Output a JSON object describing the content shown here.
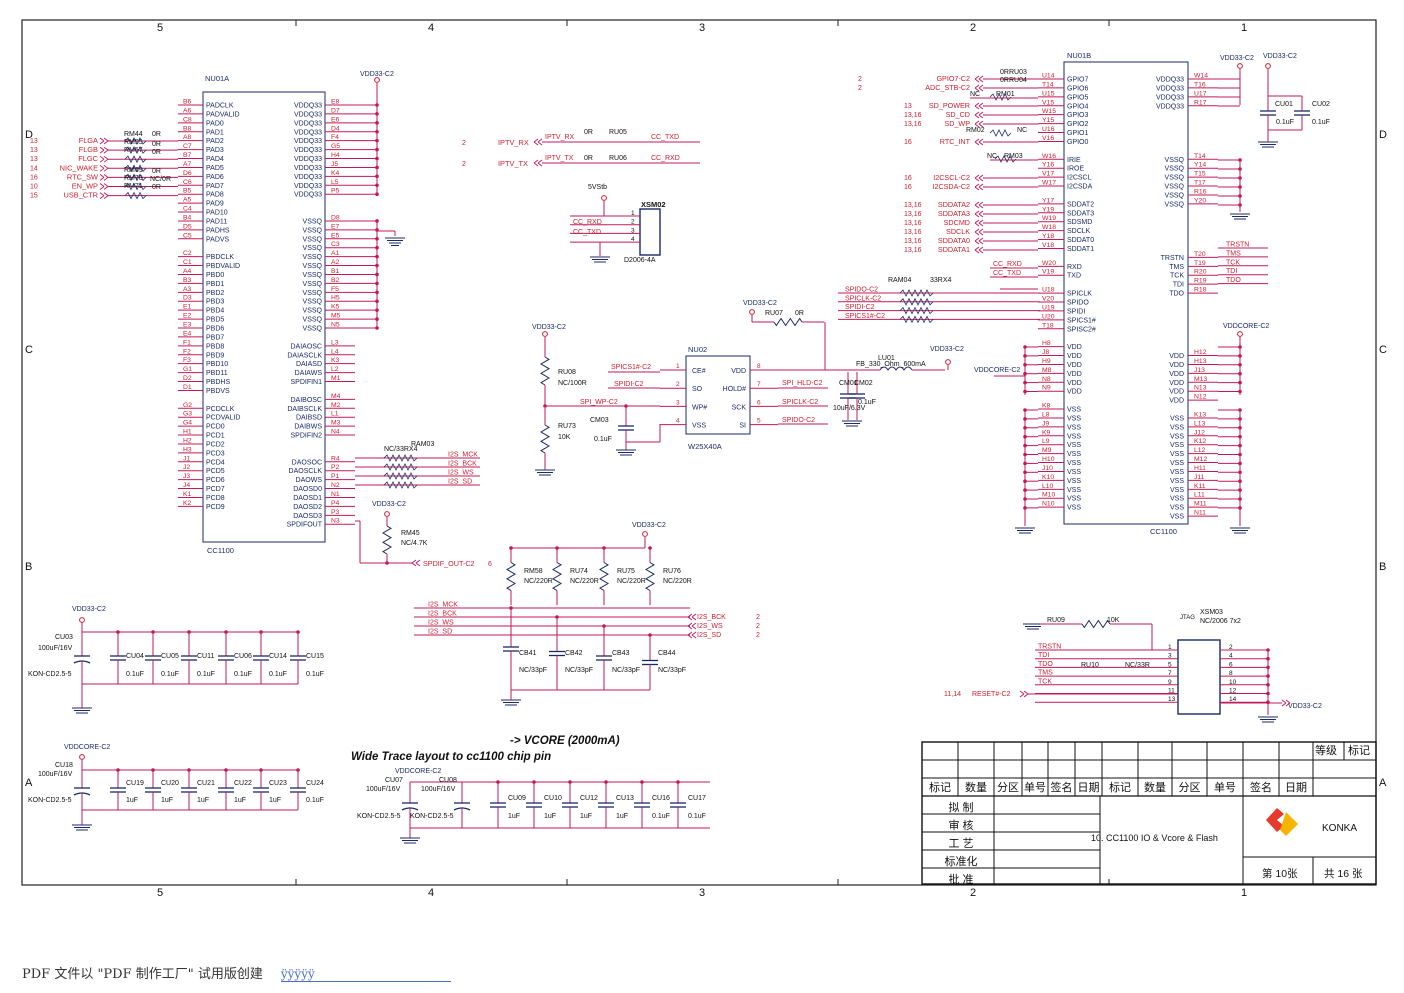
{
  "border": {
    "cols_top": [
      "5",
      "4",
      "3",
      "2",
      "1"
    ],
    "rows": [
      "D",
      "C",
      "B",
      "A"
    ]
  },
  "nu01a": {
    "ref": "NU01A",
    "part": "CC1100",
    "left_pins": [
      [
        "B6",
        "PADCLK"
      ],
      [
        "A6",
        "PADVALID"
      ],
      [
        "C8",
        "PAD0"
      ],
      [
        "B8",
        "PAD1"
      ],
      [
        "A8",
        "PAD2"
      ],
      [
        "C7",
        "PAD3"
      ],
      [
        "B7",
        "PAD4"
      ],
      [
        "A7",
        "PAD5"
      ],
      [
        "D6",
        "PAD6"
      ],
      [
        "C6",
        "PAD7"
      ],
      [
        "B5",
        "PAD8"
      ],
      [
        "A5",
        "PAD9"
      ],
      [
        "C4",
        "PAD10"
      ],
      [
        "B4",
        "PAD11"
      ],
      [
        "D5",
        "PADHS"
      ],
      [
        "C5",
        "PADVS"
      ],
      [
        "",
        ""
      ],
      [
        "C2",
        "PBDCLK"
      ],
      [
        "C1",
        "PBDVALID"
      ],
      [
        "A4",
        "PBD0"
      ],
      [
        "B3",
        "PBD1"
      ],
      [
        "A3",
        "PBD2"
      ],
      [
        "D3",
        "PBD3"
      ],
      [
        "E1",
        "PBD4"
      ],
      [
        "E2",
        "PBD5"
      ],
      [
        "E3",
        "PBD6"
      ],
      [
        "E4",
        "PBD7"
      ],
      [
        "F1",
        "PBD8"
      ],
      [
        "F2",
        "PBD9"
      ],
      [
        "F3",
        "PBD10"
      ],
      [
        "G1",
        "PBD11"
      ],
      [
        "D2",
        "PBDHS"
      ],
      [
        "D1",
        "PBDVS"
      ],
      [
        "",
        ""
      ],
      [
        "G2",
        "PCDCLK"
      ],
      [
        "G3",
        "PCDVALID"
      ],
      [
        "G4",
        "PCD0"
      ],
      [
        "H1",
        "PCD1"
      ],
      [
        "H2",
        "PCD2"
      ],
      [
        "H3",
        "PCD3"
      ],
      [
        "J1",
        "PCD4"
      ],
      [
        "J2",
        "PCD5"
      ],
      [
        "J3",
        "PCD6"
      ],
      [
        "J4",
        "PCD7"
      ],
      [
        "K1",
        "PCD8"
      ],
      [
        "K2",
        "PCD9"
      ]
    ],
    "right_pins": [
      [
        "E8",
        "VDDQ33"
      ],
      [
        "D7",
        "VDDQ33"
      ],
      [
        "E6",
        "VDDQ33"
      ],
      [
        "D4",
        "VDDQ33"
      ],
      [
        "F4",
        "VDDQ33"
      ],
      [
        "G5",
        "VDDQ33"
      ],
      [
        "H4",
        "VDDQ33"
      ],
      [
        "J5",
        "VDDQ33"
      ],
      [
        "K4",
        "VDDQ33"
      ],
      [
        "L5",
        "VDDQ33"
      ],
      [
        "P5",
        "VDDQ33"
      ],
      [
        "",
        ""
      ],
      [
        "",
        ""
      ],
      [
        "D8",
        "VSSQ"
      ],
      [
        "E7",
        "VSSQ"
      ],
      [
        "E5",
        "VSSQ"
      ],
      [
        "C3",
        "VSSQ"
      ],
      [
        "A1",
        "VSSQ"
      ],
      [
        "A2",
        "VSSQ"
      ],
      [
        "B1",
        "VSSQ"
      ],
      [
        "B2",
        "VSSQ"
      ],
      [
        "F5",
        "VSSQ"
      ],
      [
        "H5",
        "VSSQ"
      ],
      [
        "K5",
        "VSSQ"
      ],
      [
        "M5",
        "VSSQ"
      ],
      [
        "N5",
        "VSSQ"
      ],
      [
        "",
        ""
      ],
      [
        "L3",
        "DAIAOSC"
      ],
      [
        "L4",
        "DAIASCLK"
      ],
      [
        "K3",
        "DAIASD"
      ],
      [
        "L2",
        "DAIAWS"
      ],
      [
        "M1",
        "SPDIFIN1"
      ],
      [
        "",
        ""
      ],
      [
        "M4",
        "DAIBOSC"
      ],
      [
        "M2",
        "DAIBSCLK"
      ],
      [
        "L1",
        "DAIBSD"
      ],
      [
        "M3",
        "DAIBWS"
      ],
      [
        "N4",
        "SPDIFIN2"
      ],
      [
        "",
        ""
      ],
      [
        "",
        ""
      ],
      [
        "R4",
        "DAOSOC"
      ],
      [
        "P2",
        "DAOSCLK"
      ],
      [
        "P1",
        "DAOWS"
      ],
      [
        "N2",
        "DAOSD0"
      ],
      [
        "N1",
        "DAOSD1"
      ],
      [
        "P4",
        "DAOSD2"
      ],
      [
        "P3",
        "DAOSD3"
      ],
      [
        "N3",
        "SPDIFOUT"
      ]
    ]
  },
  "nu01b": {
    "ref": "NU01B",
    "part": "CC1100",
    "left_pins": [
      [
        "U14",
        "GPIO7"
      ],
      [
        "T14",
        "GPIO6"
      ],
      [
        "U15",
        "GPIO5"
      ],
      [
        "V15",
        "GPIO4"
      ],
      [
        "W15",
        "GPIO3"
      ],
      [
        "Y15",
        "GPIO2"
      ],
      [
        "U16",
        "GPIO1"
      ],
      [
        "V16",
        "GPIO0"
      ],
      [
        "",
        ""
      ],
      [
        "W16",
        "IRIE"
      ],
      [
        "Y16",
        "IROE"
      ],
      [
        "V17",
        "I2CSCL"
      ],
      [
        "W17",
        "I2CSDA"
      ],
      [
        "",
        ""
      ],
      [
        "Y17",
        "SDDAT2"
      ],
      [
        "Y19",
        "SDDAT3"
      ],
      [
        "W19",
        "SDSMD"
      ],
      [
        "W18",
        "SDCLK"
      ],
      [
        "Y18",
        "SDDAT0"
      ],
      [
        "V18",
        "SDDAT1"
      ],
      [
        "",
        ""
      ],
      [
        "W20",
        "RXD"
      ],
      [
        "V19",
        "TXD"
      ],
      [
        "",
        ""
      ],
      [
        "U18",
        "SPICLK"
      ],
      [
        "V20",
        "SPIDO"
      ],
      [
        "U19",
        "SPIDI"
      ],
      [
        "U20",
        "SPICS1#"
      ],
      [
        "T18",
        "SPISC2#"
      ],
      [
        "",
        ""
      ],
      [
        "H8",
        "VDD"
      ],
      [
        "J8",
        "VDD"
      ],
      [
        "H9",
        "VDD"
      ],
      [
        "M8",
        "VDD"
      ],
      [
        "N8",
        "VDD"
      ],
      [
        "N9",
        "VDD"
      ],
      [
        "",
        ""
      ],
      [
        "K8",
        "VSS"
      ],
      [
        "L8",
        "VSS"
      ],
      [
        "J9",
        "VSS"
      ],
      [
        "K9",
        "VSS"
      ],
      [
        "L9",
        "VSS"
      ],
      [
        "M9",
        "VSS"
      ],
      [
        "H10",
        "VSS"
      ],
      [
        "J10",
        "VSS"
      ],
      [
        "K10",
        "VSS"
      ],
      [
        "L10",
        "VSS"
      ],
      [
        "M10",
        "VSS"
      ],
      [
        "N10",
        "VSS"
      ]
    ],
    "right_pins": [
      [
        "W14",
        "VDDQ33"
      ],
      [
        "T16",
        "VDDQ33"
      ],
      [
        "U17",
        "VDDQ33"
      ],
      [
        "R17",
        "VDDQ33"
      ],
      [
        "",
        ""
      ],
      [
        "",
        ""
      ],
      [
        "",
        ""
      ],
      [
        "",
        ""
      ],
      [
        "",
        ""
      ],
      [
        "T14",
        "VSSQ"
      ],
      [
        "Y14",
        "VSSQ"
      ],
      [
        "T15",
        "VSSQ"
      ],
      [
        "T17",
        "VSSQ"
      ],
      [
        "R16",
        "VSSQ"
      ],
      [
        "Y20",
        "VSSQ"
      ],
      [
        "",
        ""
      ],
      [
        "",
        ""
      ],
      [
        "",
        ""
      ],
      [
        "",
        ""
      ],
      [
        "",
        ""
      ],
      [
        "T20",
        "TRSTN"
      ],
      [
        "T19",
        "TMS"
      ],
      [
        "R20",
        "TCK"
      ],
      [
        "R19",
        "TDI"
      ],
      [
        "R18",
        "TDO"
      ],
      [
        "",
        ""
      ],
      [
        "",
        ""
      ],
      [
        "",
        ""
      ],
      [
        "",
        ""
      ],
      [
        "",
        ""
      ],
      [
        "",
        ""
      ],
      [
        "H12",
        "VDD"
      ],
      [
        "H13",
        "VDD"
      ],
      [
        "J13",
        "VDD"
      ],
      [
        "M13",
        "VDD"
      ],
      [
        "N13",
        "VDD"
      ],
      [
        "N12",
        "VDD"
      ],
      [
        "",
        ""
      ],
      [
        "K13",
        "VSS"
      ],
      [
        "L13",
        "VSS"
      ],
      [
        "J12",
        "VSS"
      ],
      [
        "K12",
        "VSS"
      ],
      [
        "L12",
        "VSS"
      ],
      [
        "M12",
        "VSS"
      ],
      [
        "H11",
        "VSS"
      ],
      [
        "J11",
        "VSS"
      ],
      [
        "K11",
        "VSS"
      ],
      [
        "L11",
        "VSS"
      ],
      [
        "M11",
        "VSS"
      ],
      [
        "N11",
        "VSS"
      ]
    ]
  },
  "nets_a_left": [
    [
      "13",
      "FLGA"
    ],
    [
      "13",
      "FLGB"
    ],
    [
      "13",
      "FLGC"
    ],
    [
      "14",
      "NIC_WAKE"
    ],
    [
      "16",
      "RTC_SW"
    ],
    [
      "10",
      "EN_WP"
    ],
    [
      "15",
      "USB_CTR"
    ]
  ],
  "res_a_left": [
    "RM44",
    "RM55",
    "RM57",
    "RM69",
    "RM70",
    "RM71"
  ],
  "zero_r": "0R",
  "nc_r": "NC/0R",
  "vdd33": "VDD33-C2",
  "vddcore": "VDDCORE-C2",
  "iptv": {
    "rx": "IPTV_RX",
    "tx": "IPTV_TX",
    "ru05": "RU05",
    "ru06": "RU06",
    "cc_txd": "CC_TXD",
    "cc_rxd": "CC_RXD",
    "two": "2"
  },
  "xsm02": {
    "ref": "XSM02",
    "part": "D2006-4A",
    "supply": "5VStb",
    "n1": "CC_RXD",
    "n2": "CC_TXD",
    "pins": [
      "1",
      "2",
      "3",
      "4"
    ]
  },
  "ram03": {
    "ref": "RAM03",
    "val": "NC/33RX4",
    "nets": [
      "I2S_MCK",
      "I2S_BCK",
      "I2S_WS",
      "I2S_SD"
    ]
  },
  "rm45": {
    "ref": "RM45",
    "val": "NC/4.7K",
    "net": "SPDIF_OUT-C2",
    "sheet": "6"
  },
  "nu02": {
    "ref": "NU02",
    "part": "W25X40A",
    "pins_l": [
      [
        "1",
        "CE#"
      ],
      [
        "2",
        "SO"
      ],
      [
        "3",
        "WP#"
      ],
      [
        "4",
        "VSS"
      ]
    ],
    "pins_r": [
      [
        "8",
        "VDD"
      ],
      [
        "7",
        "HOLD#"
      ],
      [
        "6",
        "SCK"
      ],
      [
        "5",
        "SI"
      ]
    ],
    "nets_l": [
      "SPICS1#-C2",
      "SPIDI-C2",
      "SPI_WP-C2"
    ],
    "nets_r": [
      "SPI_HLD-C2",
      "SPICLK-C2",
      "SPIDO-C2"
    ]
  },
  "ru07": {
    "ref": "RU07",
    "val": "0R"
  },
  "ru08": {
    "ref": "RU08",
    "val": "NC/100R"
  },
  "ru73": {
    "ref": "RU73",
    "val": "10K"
  },
  "cm03": {
    "ref": "CM03",
    "val": "0.1uF"
  },
  "cm01": {
    "ref": "CM01",
    "val": "10uF/6.3V"
  },
  "cm02": {
    "ref": "CM02",
    "val": "0.1uF"
  },
  "lu01": {
    "ref": "LU01",
    "val": "FB_330_Ohm_600mA"
  },
  "ram04": {
    "ref": "RAM04",
    "val": "33RX4",
    "nets": [
      "SPIDO-C2",
      "SPICLK-C2",
      "SPIDI-C2",
      "SPICS1#-C2"
    ]
  },
  "gpio_nets": [
    [
      "2",
      "GPIO7-C2"
    ],
    [
      "2",
      "ADC_STB-C2"
    ],
    [
      "13",
      "SD_POWER"
    ],
    [
      "13,16",
      "SD_CD"
    ],
    [
      "13,16",
      "SD_WP"
    ],
    [
      "16",
      "RTC_INT"
    ],
    [
      "16",
      "I2CSCL-C2"
    ],
    [
      "16",
      "I2CSDA-C2"
    ],
    [
      "13,16",
      "SDDATA2"
    ],
    [
      "13,16",
      "SDDATA3"
    ],
    [
      "13,16",
      "SDCMD"
    ],
    [
      "13,16",
      "SDCLK"
    ],
    [
      "13,16",
      "SDDATA0"
    ],
    [
      "13,16",
      "SDDATA1"
    ]
  ],
  "gpio_res": {
    "ru03": "RU03",
    "ru04": "RU04",
    "rm01": "RM01",
    "rm02": "RM02",
    "rm03": "RM03",
    "nc": "NC"
  },
  "jtag_nets": [
    "TRSTN",
    "TMS",
    "TCK",
    "TDI",
    "TDO"
  ],
  "cu01": {
    "ref": "CU01",
    "val": "0.1uF"
  },
  "cu02": {
    "ref": "CU02",
    "val": "0.1uF"
  },
  "i2s_mid": {
    "nets": [
      "I2S_MCK",
      "I2S_BCK",
      "I2S_WS",
      "I2S_SD"
    ],
    "out": [
      "I2S_BCK",
      "I2S_WS",
      "I2S_SD"
    ],
    "sheet": "2",
    "res": [
      [
        "RM58",
        "NC/220R"
      ],
      [
        "RU74",
        "NC/220R"
      ],
      [
        "RU75",
        "NC/220R"
      ],
      [
        "RU76",
        "NC/220R"
      ]
    ],
    "caps": [
      [
        "CB41",
        "NC/33pF"
      ],
      [
        "CB42",
        "NC/33pF"
      ],
      [
        "CB43",
        "NC/33pF"
      ],
      [
        "CB44",
        "NC/33pF"
      ]
    ]
  },
  "xsm03": {
    "ref": "XSM03",
    "part": "NC/2006 7x2",
    "jtag": "JTAG",
    "ru09": "RU09",
    "ru09v": "10K",
    "ru10": "RU10",
    "ru10v": "NC/33R",
    "left": [
      [
        "TRSTN",
        "1"
      ],
      [
        "TDI",
        "3"
      ],
      [
        "TDO",
        "5"
      ],
      [
        "TMS",
        "7"
      ],
      [
        "TCK",
        "9"
      ],
      [
        "",
        "11"
      ],
      [
        "",
        "13"
      ]
    ],
    "right": [
      "2",
      "4",
      "6",
      "8",
      "10",
      "12",
      "14"
    ],
    "reset": "RESET#-C2",
    "reset_sheet": "11,14"
  },
  "cap_row1": {
    "big": [
      "CU03",
      "100uF/16V"
    ],
    "kon": "KON-CD2.5-5",
    "caps": [
      [
        "CU04",
        "0.1uF"
      ],
      [
        "CU05",
        "0.1uF"
      ],
      [
        "CU11",
        "0.1uF"
      ],
      [
        "CU06",
        "0.1uF"
      ],
      [
        "CU14",
        "0.1uF"
      ],
      [
        "CU15",
        "0.1uF"
      ]
    ]
  },
  "cap_row2": {
    "big": [
      "CU18",
      "100uF/16V"
    ],
    "kon": "KON-CD2.5-5",
    "caps": [
      [
        "CU19",
        "1uF"
      ],
      [
        "CU20",
        "1uF"
      ],
      [
        "CU21",
        "1uF"
      ],
      [
        "CU22",
        "1uF"
      ],
      [
        "CU23",
        "1uF"
      ],
      [
        "CU24",
        "0.1uF"
      ]
    ]
  },
  "cap_row3": {
    "big": [
      [
        "CU07",
        "100uF/16V"
      ],
      [
        "CU08",
        "100uF/16V"
      ]
    ],
    "kon": "KON-CD2.5-5",
    "caps": [
      [
        "CU09",
        "1uF"
      ],
      [
        "CU10",
        "1uF"
      ],
      [
        "CU12",
        "1uF"
      ],
      [
        "CU13",
        "1uF"
      ],
      [
        "CU16",
        "0.1uF"
      ],
      [
        "CU17",
        "0.1uF"
      ]
    ]
  },
  "notes": {
    "vcore": "-> VCORE (2000mA)",
    "wide": "Wide Trace layout to cc1100 chip pin"
  },
  "title_block": {
    "head": [
      "标记",
      "数量",
      "分区",
      "单号",
      "签名",
      "日期",
      "标记",
      "数量",
      "分区",
      "单号",
      "签名",
      "日期"
    ],
    "dengji": "等级",
    "biaoji": "标记",
    "rows": [
      "拟  制",
      "审  核",
      "工  艺",
      "标准化",
      "批  准"
    ],
    "title": "10. CC1100 IO & Vcore & Flash",
    "company": "KONKA",
    "sheet": "第 10张",
    "total": "共 16 张"
  },
  "footer": {
    "text": "PDF 文件以 \"PDF 制作工厂\" 试用版创建",
    "link": "ÿÿÿÿÿ"
  }
}
